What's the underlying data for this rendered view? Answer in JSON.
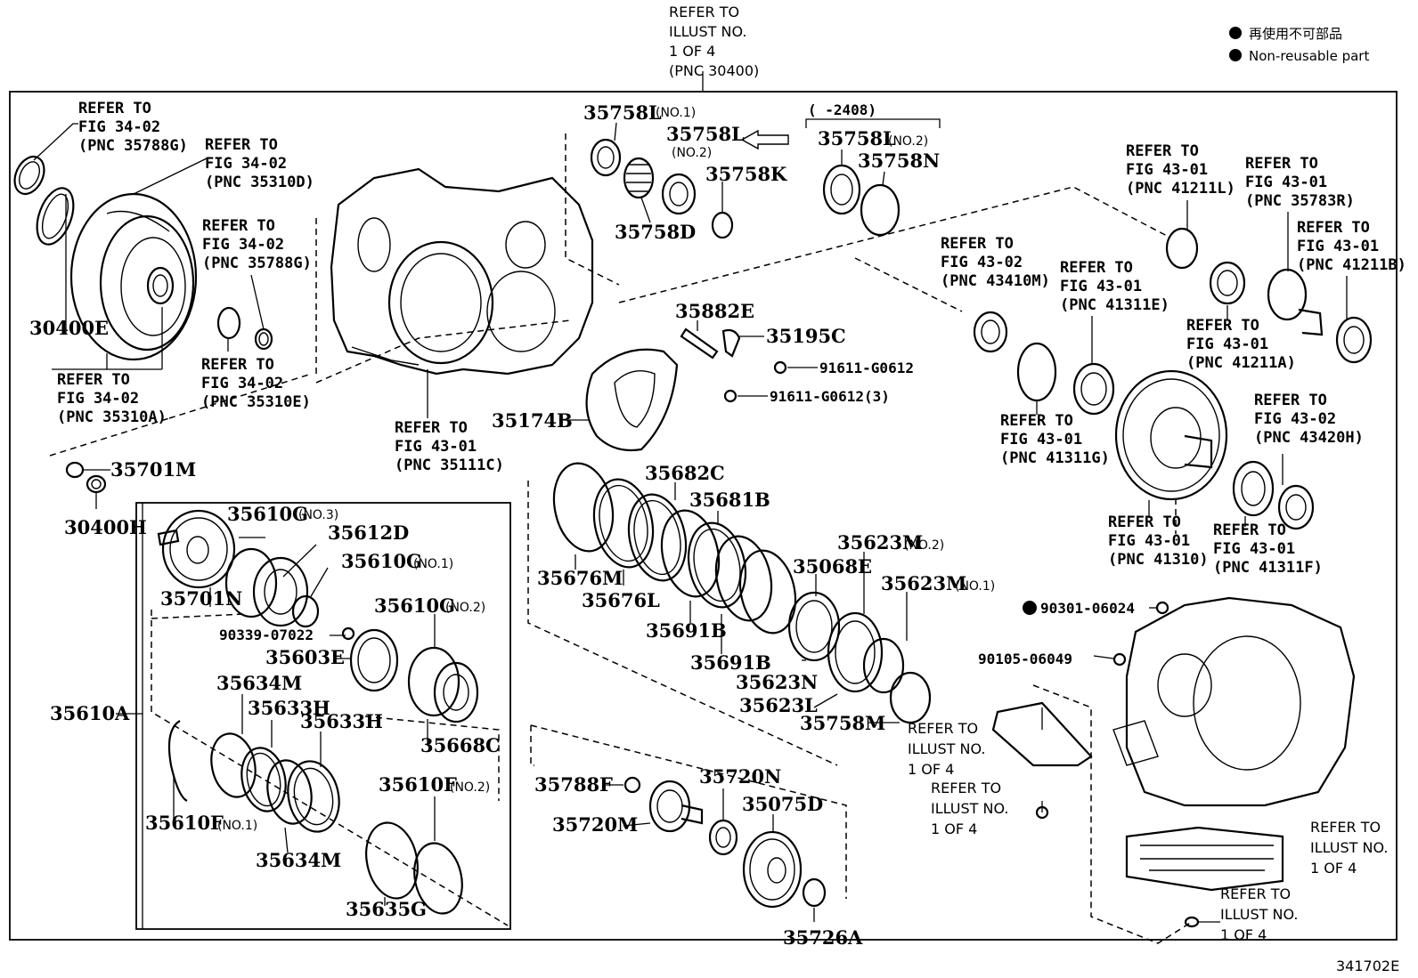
{
  "header": {
    "refer_top": [
      "REFER TO",
      "ILLUST NO.",
      "1 OF 4",
      "(PNC 30400)"
    ]
  },
  "legend": {
    "jp": "再使用不可部品",
    "en": "Non-reusable part",
    "marker_color": "#000000"
  },
  "figure_number": "341702E",
  "group_left": {
    "ref_35788G_top": [
      "REFER TO",
      "FIG 34-02",
      "(PNC 35788G)"
    ],
    "ref_35310D": [
      "REFER TO",
      "FIG 34-02",
      "(PNC 35310D)"
    ],
    "ref_35788G_mid": [
      "REFER TO",
      "FIG 34-02",
      "(PNC 35788G)"
    ],
    "ref_35310A": [
      "REFER TO",
      "FIG 34-02",
      "(PNC 35310A)"
    ],
    "ref_35310E": [
      "REFER TO",
      "FIG 34-02",
      "(PNC 35310E)"
    ],
    "p_30400E": "30400E",
    "p_35701M": "35701M",
    "p_30400H": "30400H"
  },
  "group_case": {
    "ref_35111C": [
      "REFER TO",
      "FIG 43-01",
      "(PNC 35111C)"
    ],
    "p_35758L_1": "35758L",
    "q_35758L_1": "(NO.1)",
    "p_35758L_2": "35758L",
    "q_35758L_2": "(NO.2)",
    "p_35758K": "35758K",
    "p_35758D": "35758D",
    "bracket_label": "(      -2408)",
    "p_35758L_2b": "35758L",
    "q_35758L_2b": "(NO.2)",
    "p_35758N": "35758N",
    "p_35882E": "35882E",
    "p_35195C": "35195C",
    "p_91611a": "91611-G0612",
    "p_91611b": "91611-G0612(3)",
    "p_35174B": "35174B"
  },
  "group_right": {
    "ref_41211L": [
      "REFER TO",
      "FIG 43-01",
      "(PNC 41211L)"
    ],
    "ref_35783R": [
      "REFER TO",
      "FIG 43-01",
      "(PNC 35783R)"
    ],
    "ref_41211B": [
      "REFER TO",
      "FIG 43-01",
      "(PNC 41211B)"
    ],
    "ref_43410M": [
      "REFER TO",
      "FIG 43-02",
      "(PNC 43410M)"
    ],
    "ref_41311E": [
      "REFER TO",
      "FIG 43-01",
      "(PNC 41311E)"
    ],
    "ref_41211A": [
      "REFER TO",
      "FIG 43-01",
      "(PNC 41211A)"
    ],
    "ref_41311G": [
      "REFER TO",
      "FIG 43-01",
      "(PNC 41311G)"
    ],
    "ref_43420H": [
      "REFER TO",
      "FIG 43-02",
      "(PNC 43420H)"
    ],
    "ref_41310": [
      "REFER TO",
      "FIG 43-01",
      "(PNC 41310)"
    ],
    "ref_41311F": [
      "REFER TO",
      "FIG 43-01",
      "(PNC 41311F)"
    ],
    "p_90301": "90301-06024",
    "p_90105": "90105-06049",
    "ref_illust_a": [
      "REFER TO",
      "ILLUST NO.",
      "1 OF 4"
    ],
    "ref_illust_b": [
      "REFER TO",
      "ILLUST NO.",
      "1 OF 4"
    ],
    "ref_illust_c": [
      "REFER TO",
      "ILLUST NO.",
      "1 OF 4"
    ],
    "ref_illust_d": [
      "REFER TO",
      "ILLUST NO.",
      "1 OF 4"
    ]
  },
  "group_clutch": {
    "p_35682C": "35682C",
    "p_35681B": "35681B",
    "p_35676M": "35676M",
    "p_35676L": "35676L",
    "p_35691B_a": "35691B",
    "p_35691B_b": "35691B",
    "p_35623M_2": "35623M",
    "q_35623M_2": "(NO.2)",
    "p_35068E": "35068E",
    "p_35623M_1": "35623M",
    "q_35623M_1": "(NO.1)",
    "p_35623N": "35623N",
    "p_35623L": "35623L",
    "p_35758M": "35758M"
  },
  "group_box": {
    "p_35610G_3": "35610G",
    "q_35610G_3": "(NO.3)",
    "p_35612D": "35612D",
    "p_35610G_1": "35610G",
    "q_35610G_1": "(NO.1)",
    "p_35701N": "35701N",
    "p_35610G_2": "35610G",
    "q_35610G_2": "(NO.2)",
    "p_90339": "90339-07022",
    "p_35603E": "35603E",
    "p_35634M_a": "35634M",
    "p_35633H_a": "35633H",
    "p_35633H_b": "35633H",
    "p_35610A": "35610A",
    "p_35668C": "35668C",
    "p_35610F_2": "35610F",
    "q_35610F_2": "(NO.2)",
    "p_35610F_1": "35610F",
    "q_35610F_1": "(NO.1)",
    "p_35634M_b": "35634M",
    "p_35635G": "35635G"
  },
  "group_bottom": {
    "p_35788F": "35788F",
    "p_35720N": "35720N",
    "p_35720M": "35720M",
    "p_35075D": "35075D",
    "p_35726A": "35726A"
  }
}
